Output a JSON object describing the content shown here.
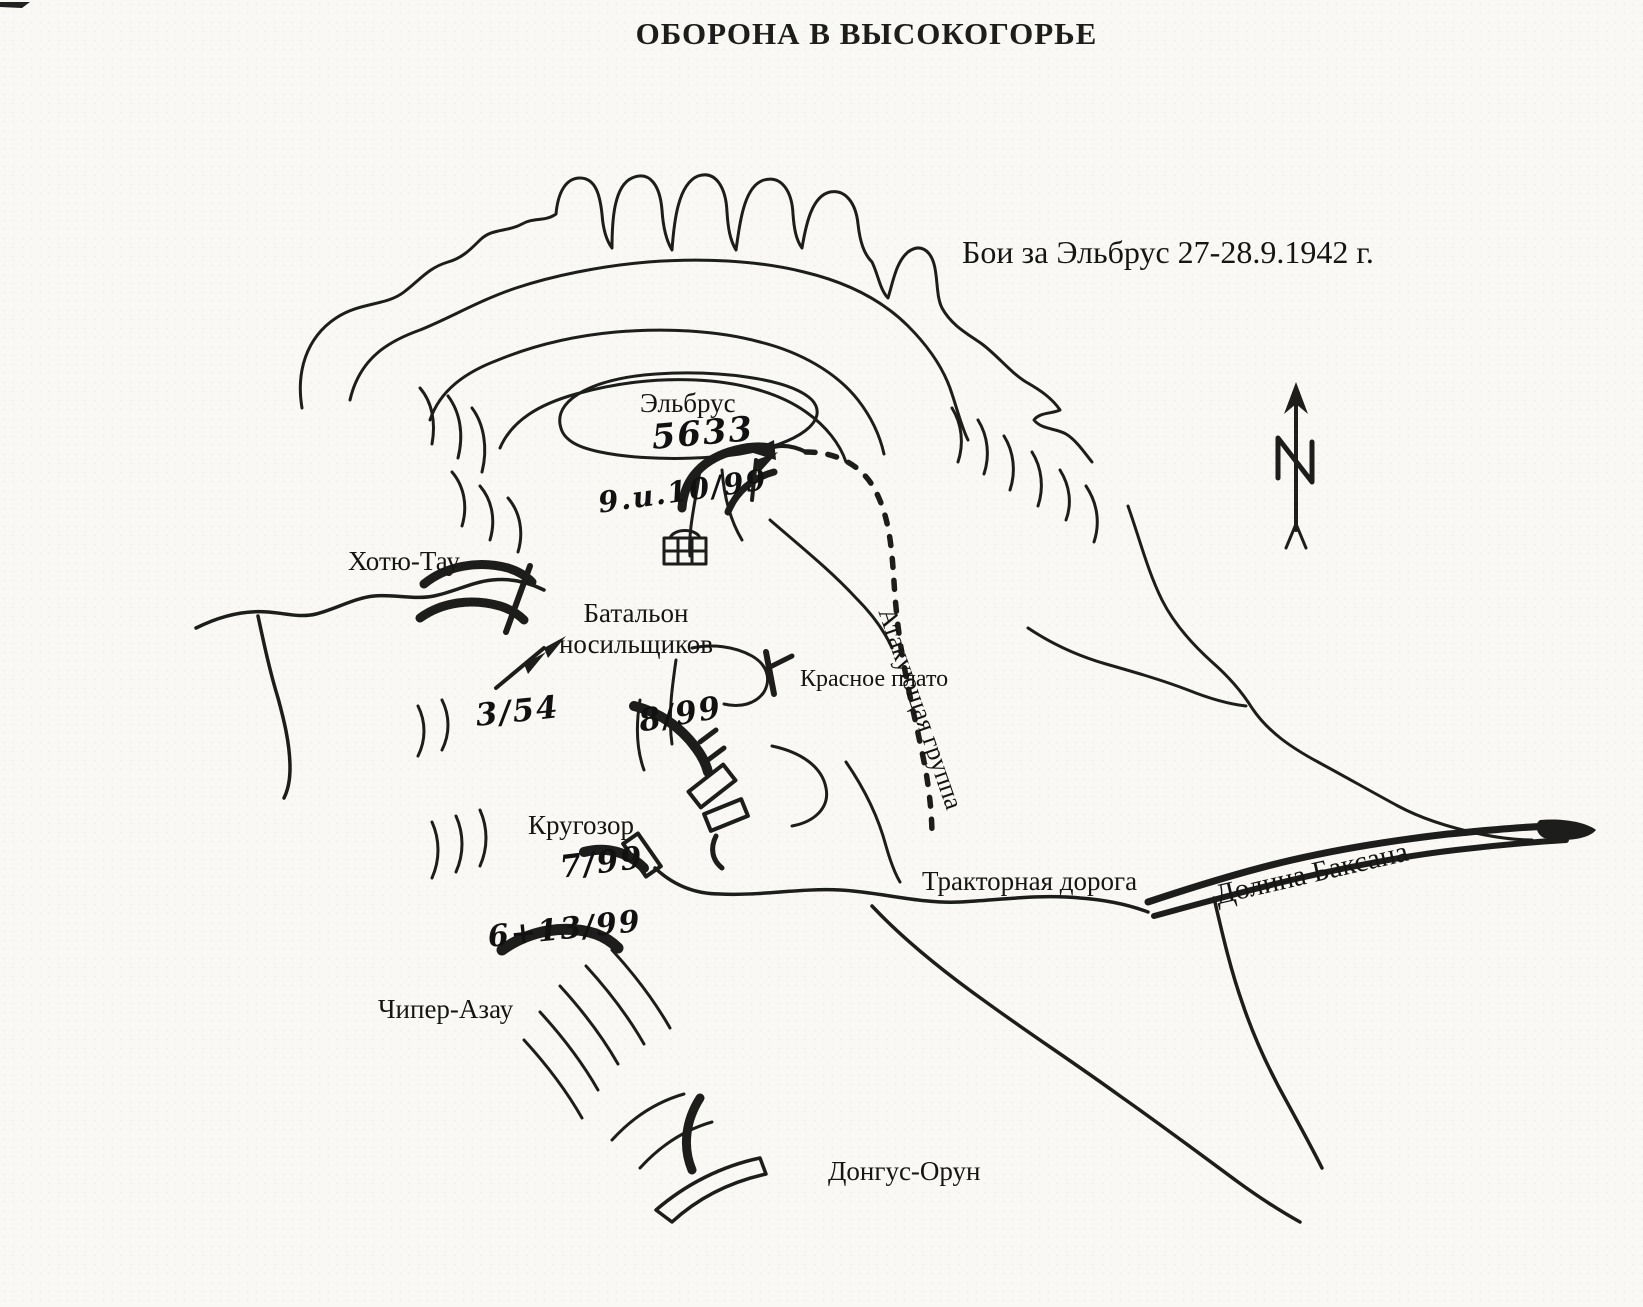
{
  "page": {
    "title": "ОБОРОНА В ВЫСОКОГОРЬЕ",
    "subtitle": "Бои за Эльбрус 27-28.9.1942 г."
  },
  "map": {
    "labels": {
      "elbrus": "Эльбрус",
      "elbrus_elevation": "5633",
      "unit_9_10_99": "9.и.10/99",
      "khotyu_tau": "Хотю-Тау",
      "porter_battalion": "Батальон носильщиков",
      "krasnoe_plato": "Красное плато",
      "unit_3_54": "3/54",
      "unit_8_99": "8/99",
      "krugozor": "Кругозор",
      "unit_7_99": "7/99",
      "unit_6_13_99": "6+13/99",
      "chiper_azau": "Чипер-Азау",
      "tractor_road": "Тракторная дорога",
      "baksan_valley": "Долина Баксана",
      "attacking_group": "Атакующая группа",
      "dongus_orun": "Донгус-Орун"
    },
    "icons": {
      "north_arrow": "north-arrow",
      "shelter_building": "mountain-shelter-hut"
    },
    "colors": {
      "ink": "#1d1d1b",
      "paper": "#f9f8f4"
    }
  }
}
